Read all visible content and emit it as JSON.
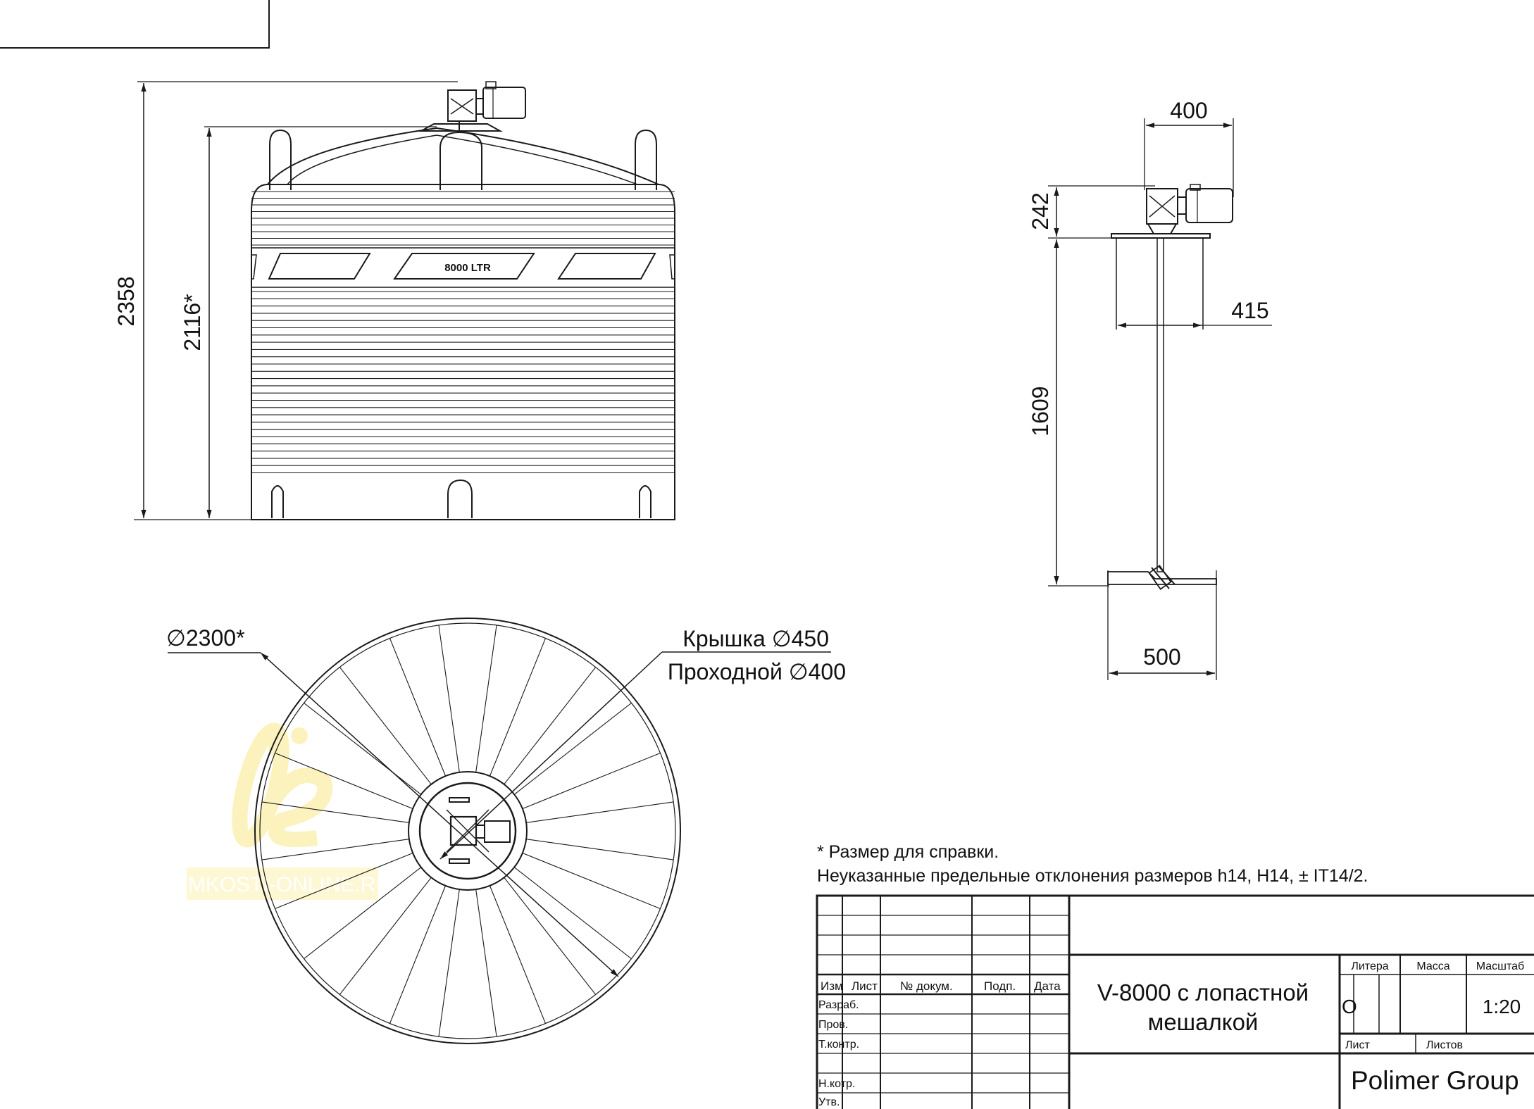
{
  "tank_label": "8000 LTR",
  "dimensions": {
    "overall_height": "2358",
    "body_height": "2116*",
    "diameter": "∅2300*",
    "lid": "Крышка ∅450",
    "passage": "Проходной ∅400",
    "motor_width": "400",
    "motor_height": "242",
    "shaft_flange": "415",
    "shaft_length": "1609",
    "impeller": "500"
  },
  "watermark": "EMKOSTI-ONLINE.RU",
  "notes": {
    "ref_note": "* Размер для справки.",
    "tolerance_note": "Неуказанные предельные отклонения размеров h14, H14, ± IT14/2."
  },
  "title_block": {
    "col_headers": [
      "Изм",
      "Лист",
      "№ докум.",
      "Подп.",
      "Дата"
    ],
    "row_labels": [
      "Разраб.",
      "Пров.",
      "Т.контр.",
      "",
      "Н.котр.",
      "Утв."
    ],
    "title_line1": "V-8000 с лопастной",
    "title_line2": "мешалкой",
    "litera_label": "Литера",
    "mass_label": "Масса",
    "scale_label": "Масштаб",
    "litera_value": "О",
    "scale_value": "1:20",
    "sheet_label": "Лист",
    "sheets_label": "Листов",
    "company": "Polimer Group"
  }
}
